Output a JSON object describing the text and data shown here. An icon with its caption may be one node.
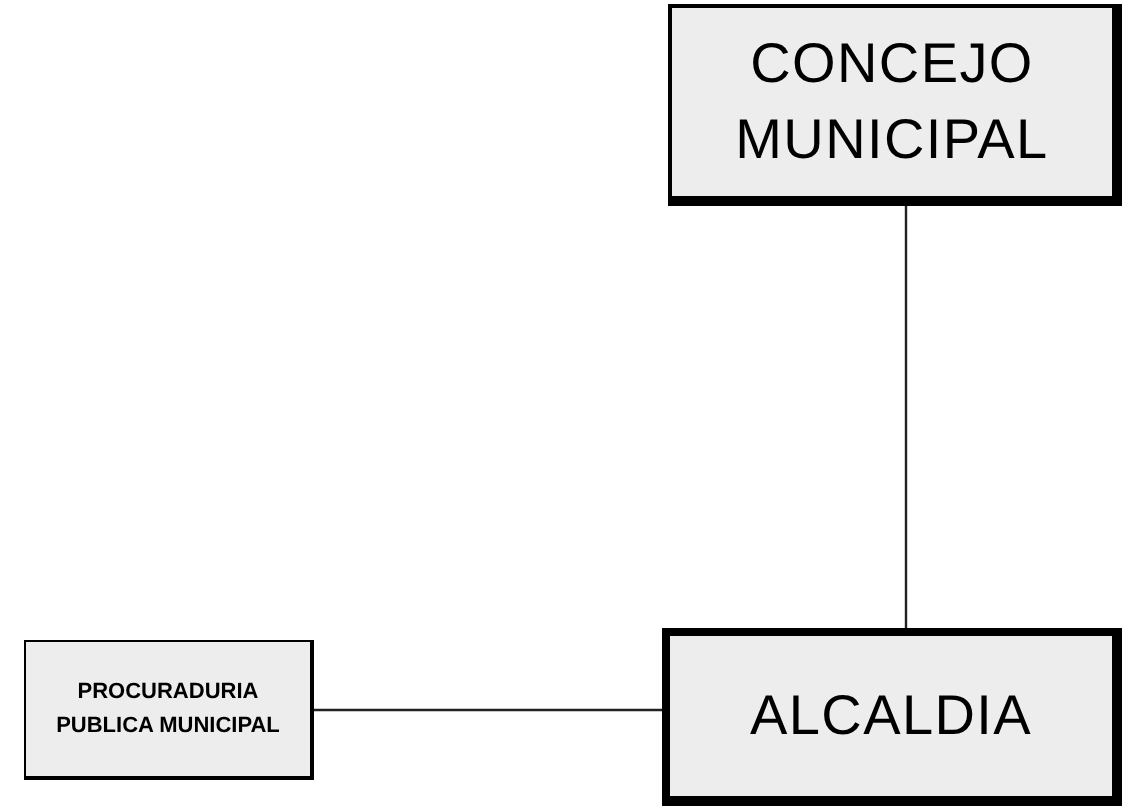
{
  "diagram": {
    "nodes": [
      {
        "text": [
          "CONCEJO MUNICIPAL"
        ]
      },
      {
        "text": [
          "PROCURADURIA PUBLICA MUNICIPAL"
        ]
      },
      {
        "text": [
          "ALCALDIA"
        ]
      }
    ],
    "edges": [
      {
        "from": 0,
        "to": 2,
        "arrow": "none"
      },
      {
        "from": 1,
        "to": 2,
        "arrow": "none"
      }
    ]
  }
}
